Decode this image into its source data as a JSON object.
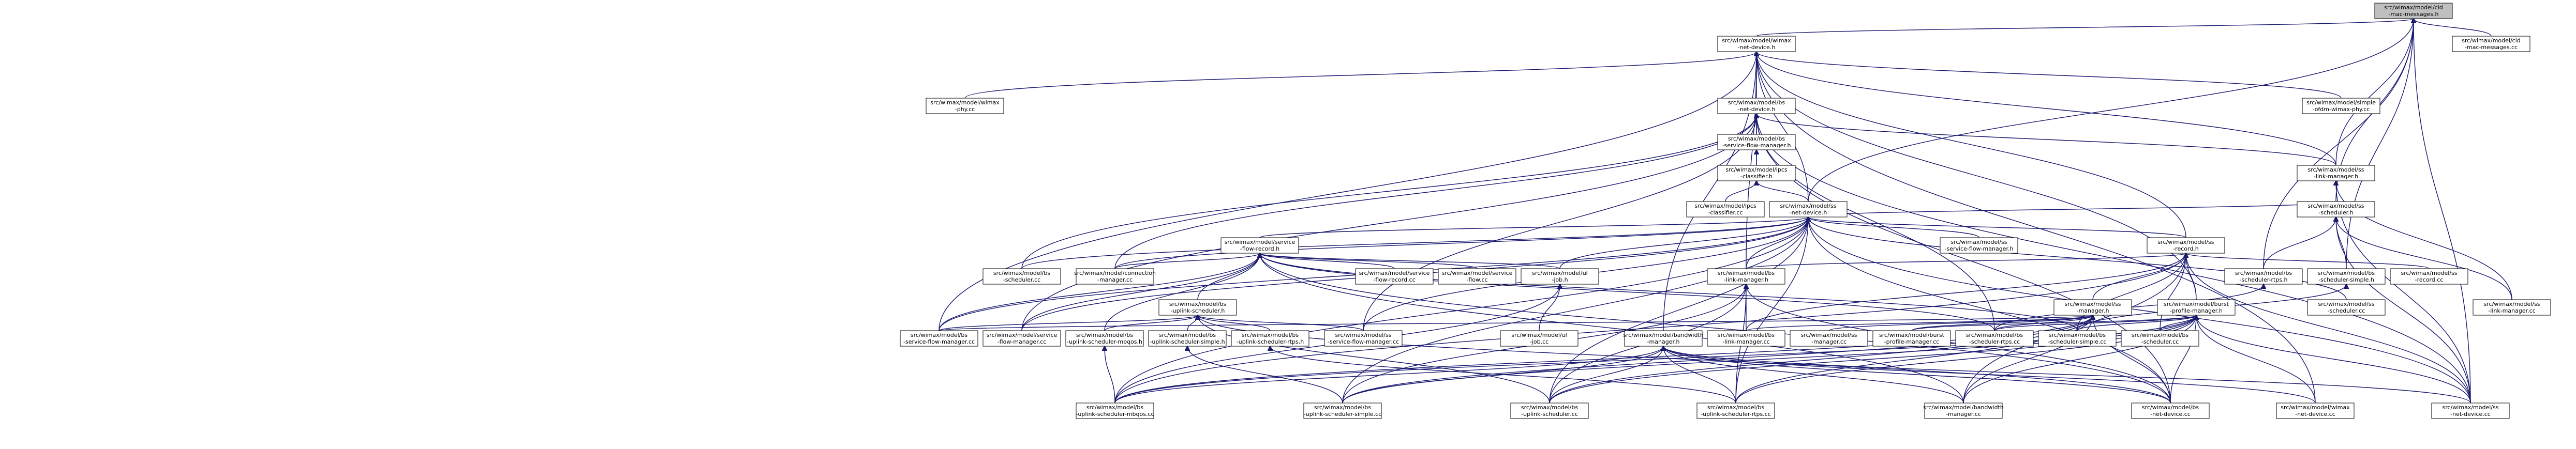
{
  "diagram": {
    "nodes": [
      {
        "id": "root",
        "lines": [
          "src/wimax/model/cid",
          "-mac-messages.h"
        ],
        "root": true
      },
      {
        "id": "wimax-net-device-h",
        "lines": [
          "src/wimax/model/wimax",
          "-net-device.h"
        ]
      },
      {
        "id": "cid-mac-messages-cc",
        "lines": [
          "src/wimax/model/cid",
          "-mac-messages.cc"
        ]
      },
      {
        "id": "wimax-phy-cc",
        "lines": [
          "src/wimax/model/wimax",
          "-phy.cc"
        ]
      },
      {
        "id": "bs-net-device-h",
        "lines": [
          "src/wimax/model/bs",
          "-net-device.h"
        ]
      },
      {
        "id": "simple-ofdm-wimax-phy-cc",
        "lines": [
          "src/wimax/model/simple",
          "-ofdm-wimax-phy.cc"
        ]
      },
      {
        "id": "bs-service-flow-manager-h",
        "lines": [
          "src/wimax/model/bs",
          "-service-flow-manager.h"
        ]
      },
      {
        "id": "ipcs-classifier-h",
        "lines": [
          "src/wimax/model/ipcs",
          "-classifier.h"
        ]
      },
      {
        "id": "ipcs-classifier-cc",
        "lines": [
          "src/wimax/model/ipcs",
          "-classifier.cc"
        ]
      },
      {
        "id": "ss-net-device-h",
        "lines": [
          "src/wimax/model/ss",
          "-net-device.h"
        ]
      },
      {
        "id": "ss-link-manager-h",
        "lines": [
          "src/wimax/model/ss",
          "-link-manager.h"
        ]
      },
      {
        "id": "ss-scheduler-h",
        "lines": [
          "src/wimax/model/ss",
          "-scheduler.h"
        ]
      },
      {
        "id": "service-flow-record-h",
        "lines": [
          "src/wimax/model/service",
          "-flow-record.h"
        ]
      },
      {
        "id": "ss-service-flow-manager-h",
        "lines": [
          "src/wimax/model/ss",
          "-service-flow-manager.h"
        ]
      },
      {
        "id": "ss-record-h",
        "lines": [
          "src/wimax/model/ss",
          "-record.h"
        ]
      },
      {
        "id": "bs-scheduler-rtps-h",
        "lines": [
          "src/wimax/model/bs",
          "-scheduler-rtps.h"
        ]
      },
      {
        "id": "bs-scheduler-simple-h",
        "lines": [
          "src/wimax/model/bs",
          "-scheduler-simple.h"
        ]
      },
      {
        "id": "bs-scheduler-cc",
        "lines": [
          "src/wimax/model/bs",
          "-scheduler.cc"
        ]
      },
      {
        "id": "connection-manager-cc",
        "lines": [
          "src/wimax/model/connection",
          "-manager.cc"
        ]
      },
      {
        "id": "bs-uplink-scheduler-h",
        "lines": [
          "src/wimax/model/bs",
          "-uplink-scheduler.h"
        ]
      },
      {
        "id": "service-flow-record-cc",
        "lines": [
          "src/wimax/model/service",
          "-flow-record.cc"
        ]
      },
      {
        "id": "service-flow-cc",
        "lines": [
          "src/wimax/model/service",
          "-flow.cc"
        ]
      },
      {
        "id": "ul-job-h",
        "lines": [
          "src/wimax/model/ul",
          "-job.h"
        ]
      },
      {
        "id": "bs-link-manager-h",
        "lines": [
          "src/wimax/model/bs",
          "-link-manager.h"
        ]
      },
      {
        "id": "ss-manager-h",
        "lines": [
          "src/wimax/model/ss",
          "-manager.h"
        ]
      },
      {
        "id": "burst-profile-manager-h",
        "lines": [
          "src/wimax/model/burst",
          "-profile-manager.h"
        ]
      },
      {
        "id": "ss-record-cc",
        "lines": [
          "src/wimax/model/ss",
          "-record.cc"
        ]
      },
      {
        "id": "ss-scheduler-cc",
        "lines": [
          "src/wimax/model/ss",
          "-scheduler.cc"
        ]
      },
      {
        "id": "ss-link-manager-cc",
        "lines": [
          "src/wimax/model/ss",
          "-link-manager.cc"
        ]
      },
      {
        "id": "bs-service-flow-manager-cc",
        "lines": [
          "src/wimax/model/bs",
          "-service-flow-manager.cc"
        ]
      },
      {
        "id": "service-flow-manager-cc",
        "lines": [
          "src/wimax/model/service",
          "-flow-manager.cc"
        ]
      },
      {
        "id": "bs-uplink-scheduler-mbqos-h",
        "lines": [
          "src/wimax/model/bs",
          "-uplink-scheduler-mbqos.h"
        ]
      },
      {
        "id": "bs-uplink-scheduler-simple-h",
        "lines": [
          "src/wimax/model/bs",
          "-uplink-scheduler-simple.h"
        ]
      },
      {
        "id": "bs-uplink-scheduler-rtps-h",
        "lines": [
          "src/wimax/model/bs",
          "-uplink-scheduler-rtps.h"
        ]
      },
      {
        "id": "ss-service-flow-manager-cc",
        "lines": [
          "src/wimax/model/ss",
          "-service-flow-manager.cc"
        ]
      },
      {
        "id": "ul-job-cc",
        "lines": [
          "src/wimax/model/ul",
          "-job.cc"
        ]
      },
      {
        "id": "bandwidth-manager-h",
        "lines": [
          "src/wimax/model/bandwidth",
          "-manager.h"
        ]
      },
      {
        "id": "bs-link-manager-cc",
        "lines": [
          "src/wimax/model/bs",
          "-link-manager.cc"
        ]
      },
      {
        "id": "ss-manager-cc",
        "lines": [
          "src/wimax/model/ss",
          "-manager.cc"
        ]
      },
      {
        "id": "burst-profile-manager-cc",
        "lines": [
          "src/wimax/model/burst",
          "-profile-manager.cc"
        ]
      },
      {
        "id": "bs-scheduler-rtps-cc",
        "lines": [
          "src/wimax/model/bs",
          "-scheduler-rtps.cc"
        ]
      },
      {
        "id": "bs-scheduler-simple-cc",
        "lines": [
          "src/wimax/model/bs",
          "-scheduler-simple.cc"
        ]
      },
      {
        "id": "bs-scheduler-cc-2",
        "lines": [
          "src/wimax/model/bs",
          "-scheduler.cc"
        ]
      },
      {
        "id": "bs-uplink-scheduler-mbqos-cc",
        "lines": [
          "src/wimax/model/bs",
          "-uplink-scheduler-mbqos.cc"
        ]
      },
      {
        "id": "bs-uplink-scheduler-simple-cc",
        "lines": [
          "src/wimax/model/bs",
          "-uplink-scheduler-simple.cc"
        ]
      },
      {
        "id": "bs-uplink-scheduler-cc",
        "lines": [
          "src/wimax/model/bs",
          "-uplink-scheduler.cc"
        ]
      },
      {
        "id": "bs-uplink-scheduler-rtps-cc",
        "lines": [
          "src/wimax/model/bs",
          "-uplink-scheduler-rtps.cc"
        ]
      },
      {
        "id": "bandwidth-manager-cc",
        "lines": [
          "src/wimax/model/bandwidth",
          "-manager.cc"
        ]
      },
      {
        "id": "bs-net-device-cc",
        "lines": [
          "src/wimax/model/bs",
          "-net-device.cc"
        ]
      },
      {
        "id": "wimax-net-device-cc",
        "lines": [
          "src/wimax/model/wimax",
          "-net-device.cc"
        ]
      },
      {
        "id": "ss-net-device-cc",
        "lines": [
          "src/wimax/model/ss",
          "-net-device.cc"
        ]
      }
    ],
    "edges": [
      [
        "root",
        "wimax-net-device-h"
      ],
      [
        "root",
        "cid-mac-messages-cc"
      ],
      [
        "root",
        "ss-net-device-h"
      ],
      [
        "root",
        "ss-link-manager-h"
      ],
      [
        "root",
        "ss-scheduler-h"
      ],
      [
        "root",
        "bs-scheduler-rtps-h"
      ],
      [
        "root",
        "bs-scheduler-simple-h"
      ],
      [
        "root",
        "ss-net-device-cc"
      ],
      [
        "wimax-net-device-h",
        "wimax-phy-cc"
      ],
      [
        "wimax-net-device-h",
        "bs-net-device-h"
      ],
      [
        "wimax-net-device-h",
        "simple-ofdm-wimax-phy-cc"
      ],
      [
        "wimax-net-device-h",
        "ss-net-device-h"
      ],
      [
        "wimax-net-device-h",
        "ss-link-manager-h"
      ],
      [
        "wimax-net-device-h",
        "ss-record-h"
      ],
      [
        "wimax-net-device-h",
        "burst-profile-manager-h"
      ],
      [
        "wimax-net-device-h",
        "bs-link-manager-h"
      ],
      [
        "wimax-net-device-h",
        "bandwidth-manager-h"
      ],
      [
        "wimax-net-device-h",
        "bs-service-flow-manager-cc"
      ],
      [
        "wimax-net-device-h",
        "wimax-net-device-cc"
      ],
      [
        "bs-net-device-h",
        "bs-service-flow-manager-h"
      ],
      [
        "bs-net-device-h",
        "ipcs-classifier-h"
      ],
      [
        "bs-net-device-h",
        "ss-link-manager-h"
      ],
      [
        "bs-net-device-h",
        "bs-scheduler-cc"
      ],
      [
        "bs-net-device-h",
        "connection-manager-cc"
      ],
      [
        "bs-net-device-h",
        "ss-service-flow-manager-cc"
      ],
      [
        "bs-net-device-h",
        "bs-scheduler-rtps-cc"
      ],
      [
        "bs-net-device-h",
        "bs-net-device-cc"
      ],
      [
        "bs-net-device-h",
        "service-flow-manager-cc"
      ],
      [
        "bs-net-device-h",
        "ss-net-device-cc"
      ],
      [
        "bs-service-flow-manager-h",
        "ipcs-classifier-h"
      ],
      [
        "ipcs-classifier-h",
        "ipcs-classifier-cc"
      ],
      [
        "ipcs-classifier-h",
        "ss-net-device-h"
      ],
      [
        "ss-net-device-h",
        "service-flow-record-h"
      ],
      [
        "ss-net-device-h",
        "ss-service-flow-manager-h"
      ],
      [
        "ss-net-device-h",
        "ss-record-h"
      ],
      [
        "ss-net-device-h",
        "ss-scheduler-h"
      ],
      [
        "ss-net-device-h",
        "bs-scheduler-cc"
      ],
      [
        "ss-net-device-h",
        "connection-manager-cc"
      ],
      [
        "ss-net-device-h",
        "bs-link-manager-h"
      ],
      [
        "ss-net-device-h",
        "ul-job-h"
      ],
      [
        "ss-net-device-h",
        "ss-scheduler-cc"
      ],
      [
        "ss-net-device-h",
        "bs-service-flow-manager-cc"
      ],
      [
        "ss-net-device-h",
        "service-flow-manager-cc"
      ],
      [
        "ss-net-device-h",
        "ss-service-flow-manager-cc"
      ],
      [
        "ss-net-device-h",
        "bs-uplink-scheduler-mbqos-cc"
      ],
      [
        "ss-net-device-h",
        "bs-uplink-scheduler-simple-cc"
      ],
      [
        "ss-net-device-h",
        "bs-uplink-scheduler-cc"
      ],
      [
        "ss-net-device-h",
        "bs-uplink-scheduler-rtps-cc"
      ],
      [
        "ss-net-device-h",
        "bs-net-device-cc"
      ],
      [
        "ss-net-device-h",
        "ss-net-device-cc"
      ],
      [
        "ss-link-manager-h",
        "ss-link-manager-cc"
      ],
      [
        "ss-link-manager-h",
        "ss-net-device-cc"
      ],
      [
        "ss-scheduler-h",
        "bs-scheduler-rtps-h"
      ],
      [
        "ss-scheduler-h",
        "bs-scheduler-simple-h"
      ],
      [
        "ss-scheduler-h",
        "ss-link-manager-cc"
      ],
      [
        "ss-scheduler-h",
        "ss-net-device-cc"
      ],
      [
        "service-flow-record-h",
        "bs-uplink-scheduler-h"
      ],
      [
        "service-flow-record-h",
        "service-flow-record-cc"
      ],
      [
        "service-flow-record-h",
        "service-flow-cc"
      ],
      [
        "service-flow-record-h",
        "ul-job-h"
      ],
      [
        "service-flow-record-h",
        "connection-manager-cc"
      ],
      [
        "service-flow-record-h",
        "bs-service-flow-manager-cc"
      ],
      [
        "service-flow-record-h",
        "service-flow-manager-cc"
      ],
      [
        "service-flow-record-h",
        "bs-uplink-scheduler-mbqos-h"
      ],
      [
        "service-flow-record-h",
        "bs-scheduler-simple-cc"
      ],
      [
        "service-flow-record-h",
        "bs-scheduler-rtps-cc"
      ],
      [
        "service-flow-record-h",
        "bs-net-device-cc"
      ],
      [
        "service-flow-record-h",
        "bandwidth-manager-cc"
      ],
      [
        "ss-record-h",
        "ss-manager-h"
      ],
      [
        "ss-record-h",
        "bs-link-manager-h"
      ],
      [
        "ss-record-h",
        "ss-record-cc"
      ],
      [
        "ss-record-h",
        "burst-profile-manager-h"
      ],
      [
        "ss-record-h",
        "bs-link-manager-cc"
      ],
      [
        "ss-record-h",
        "bs-scheduler-simple-cc"
      ],
      [
        "ss-record-h",
        "bs-scheduler-cc-2"
      ],
      [
        "ss-record-h",
        "bs-uplink-scheduler-mbqos-cc"
      ],
      [
        "ss-record-h",
        "bandwidth-manager-cc"
      ],
      [
        "ss-record-h",
        "ss-net-device-cc"
      ],
      [
        "bs-scheduler-rtps-h",
        "bs-scheduler-rtps-cc"
      ],
      [
        "bs-scheduler-simple-h",
        "bs-scheduler-simple-cc"
      ],
      [
        "bs-uplink-scheduler-h",
        "bs-uplink-scheduler-mbqos-h"
      ],
      [
        "bs-uplink-scheduler-h",
        "bs-uplink-scheduler-simple-h"
      ],
      [
        "bs-uplink-scheduler-h",
        "bs-uplink-scheduler-rtps-h"
      ],
      [
        "bs-uplink-scheduler-h",
        "ss-service-flow-manager-cc"
      ],
      [
        "bs-uplink-scheduler-h",
        "bs-service-flow-manager-cc"
      ],
      [
        "bs-uplink-scheduler-h",
        "bs-uplink-scheduler-cc"
      ],
      [
        "bs-uplink-scheduler-h",
        "bs-net-device-cc"
      ],
      [
        "ul-job-h",
        "ul-job-cc"
      ],
      [
        "ul-job-h",
        "bs-uplink-scheduler-mbqos-cc"
      ],
      [
        "bs-link-manager-h",
        "bs-link-manager-cc"
      ],
      [
        "bs-link-manager-h",
        "bs-uplink-scheduler-simple-cc"
      ],
      [
        "bs-link-manager-h",
        "bs-uplink-scheduler-cc"
      ],
      [
        "bs-link-manager-h",
        "bs-uplink-scheduler-rtps-cc"
      ],
      [
        "bs-link-manager-h",
        "bs-net-device-cc"
      ],
      [
        "ss-manager-h",
        "ss-manager-cc"
      ],
      [
        "ss-manager-h",
        "burst-profile-manager-cc"
      ],
      [
        "ss-manager-h",
        "bs-link-manager-cc"
      ],
      [
        "ss-manager-h",
        "bs-scheduler-rtps-cc"
      ],
      [
        "ss-manager-h",
        "bs-uplink-scheduler-mbqos-cc"
      ],
      [
        "ss-manager-h",
        "bs-uplink-scheduler-simple-cc"
      ],
      [
        "ss-manager-h",
        "bs-uplink-scheduler-cc"
      ],
      [
        "ss-manager-h",
        "bs-uplink-scheduler-rtps-cc"
      ],
      [
        "ss-manager-h",
        "bandwidth-manager-cc"
      ],
      [
        "ss-manager-h",
        "bs-net-device-cc"
      ],
      [
        "ss-manager-h",
        "bs-service-flow-manager-cc"
      ],
      [
        "burst-profile-manager-h",
        "burst-profile-manager-cc"
      ],
      [
        "burst-profile-manager-h",
        "bs-scheduler-rtps-cc"
      ],
      [
        "burst-profile-manager-h",
        "bs-scheduler-simple-cc"
      ],
      [
        "burst-profile-manager-h",
        "bs-scheduler-cc-2"
      ],
      [
        "burst-profile-manager-h",
        "bs-uplink-scheduler-mbqos-cc"
      ],
      [
        "burst-profile-manager-h",
        "bs-uplink-scheduler-simple-cc"
      ],
      [
        "burst-profile-manager-h",
        "bs-uplink-scheduler-cc"
      ],
      [
        "burst-profile-manager-h",
        "bs-uplink-scheduler-rtps-cc"
      ],
      [
        "burst-profile-manager-h",
        "bandwidth-manager-cc"
      ],
      [
        "burst-profile-manager-h",
        "bs-net-device-cc"
      ],
      [
        "burst-profile-manager-h",
        "wimax-net-device-cc"
      ],
      [
        "burst-profile-manager-h",
        "ss-net-device-cc"
      ],
      [
        "bs-uplink-scheduler-mbqos-h",
        "bs-uplink-scheduler-mbqos-cc"
      ],
      [
        "bs-uplink-scheduler-simple-h",
        "bs-uplink-scheduler-simple-cc"
      ],
      [
        "bs-uplink-scheduler-rtps-h",
        "bs-uplink-scheduler-rtps-cc"
      ],
      [
        "bandwidth-manager-h",
        "bandwidth-manager-cc"
      ],
      [
        "bandwidth-manager-h",
        "bs-uplink-scheduler-mbqos-cc"
      ],
      [
        "bandwidth-manager-h",
        "bs-uplink-scheduler-simple-cc"
      ],
      [
        "bandwidth-manager-h",
        "bs-uplink-scheduler-cc"
      ],
      [
        "bandwidth-manager-h",
        "bs-uplink-scheduler-rtps-cc"
      ],
      [
        "bandwidth-manager-h",
        "bs-net-device-cc"
      ],
      [
        "bandwidth-manager-h",
        "wimax-net-device-cc"
      ],
      [
        "bandwidth-manager-h",
        "ss-net-device-cc"
      ]
    ]
  }
}
